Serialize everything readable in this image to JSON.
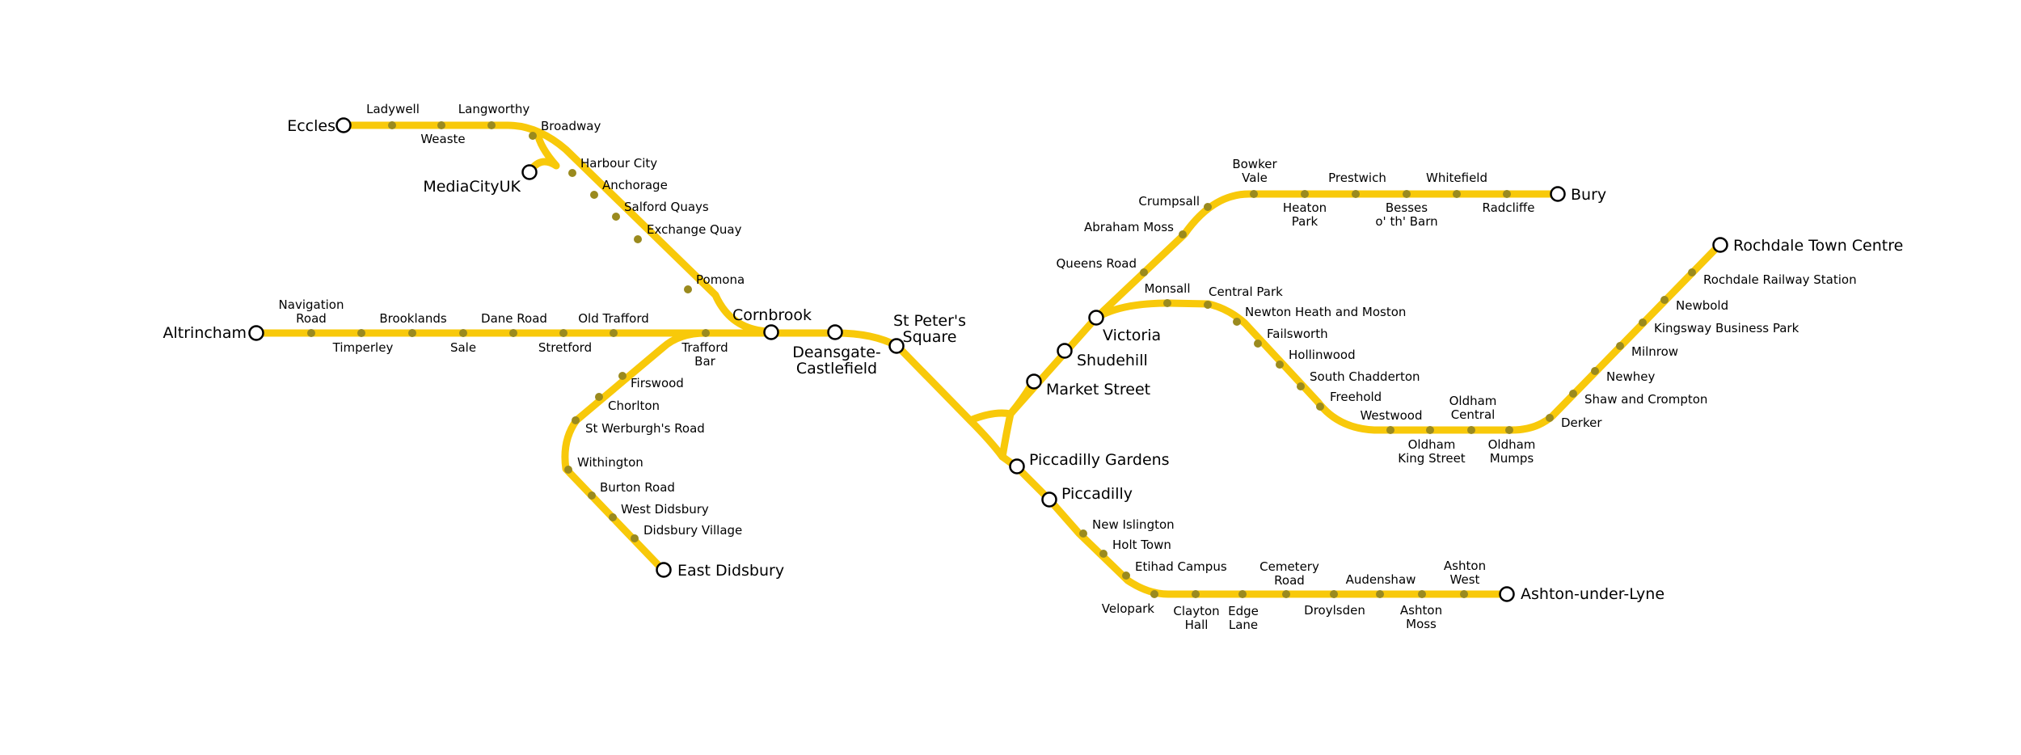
{
  "colors": {
    "line": "#f8c90a",
    "station_dot": "#9a8a1e",
    "interchange_stroke": "#000000",
    "interchange_fill": "#ffffff"
  },
  "stations": {
    "eccles": "Eccles",
    "ladywell": "Ladywell",
    "weaste": "Weaste",
    "langworthy": "Langworthy",
    "broadway": "Broadway",
    "mediacityuk": "MediaCityUK",
    "harbour_city": "Harbour City",
    "anchorage": "Anchorage",
    "salford_quays": "Salford Quays",
    "exchange_quay": "Exchange Quay",
    "pomona": "Pomona",
    "altrincham": "Altrincham",
    "navigation_road_1": "Navigation",
    "navigation_road_2": "Road",
    "timperley": "Timperley",
    "brooklands": "Brooklands",
    "sale": "Sale",
    "dane_road": "Dane Road",
    "stretford": "Stretford",
    "old_trafford": "Old Trafford",
    "trafford_bar_1": "Trafford",
    "trafford_bar_2": "Bar",
    "cornbrook": "Cornbrook",
    "deansgate_1": "Deansgate-",
    "deansgate_2": "Castlefield",
    "st_peters_1": "St Peter's",
    "st_peters_2": "Square",
    "firswood": "Firswood",
    "chorlton": "Chorlton",
    "st_werburghs": "St Werburgh's Road",
    "withington": "Withington",
    "burton_road": "Burton Road",
    "west_didsbury": "West Didsbury",
    "didsbury_village": "Didsbury Village",
    "east_didsbury": "East Didsbury",
    "piccadilly_gardens": "Piccadilly Gardens",
    "piccadilly": "Piccadilly",
    "new_islington": "New Islington",
    "holt_town": "Holt Town",
    "etihad_campus": "Etihad Campus",
    "velopark": "Velopark",
    "clayton_hall_1": "Clayton",
    "clayton_hall_2": "Hall",
    "edge_lane_1": "Edge",
    "edge_lane_2": "Lane",
    "cemetery_road_1": "Cemetery",
    "cemetery_road_2": "Road",
    "droylsden": "Droylsden",
    "audenshaw": "Audenshaw",
    "ashton_moss_1": "Ashton",
    "ashton_moss_2": "Moss",
    "ashton_west_1": "Ashton",
    "ashton_west_2": "West",
    "ashton_under_lyne": "Ashton-under-Lyne",
    "market_street": "Market Street",
    "shudehill": "Shudehill",
    "victoria": "Victoria",
    "queens_road": "Queens Road",
    "abraham_moss": "Abraham Moss",
    "crumpsall": "Crumpsall",
    "bowker_vale_1": "Bowker",
    "bowker_vale_2": "Vale",
    "heaton_park_1": "Heaton",
    "heaton_park_2": "Park",
    "prestwich": "Prestwich",
    "besses_1": "Besses",
    "besses_2": "o' th' Barn",
    "whitefield": "Whitefield",
    "radcliffe": "Radcliffe",
    "bury": "Bury",
    "monsall": "Monsall",
    "central_park": "Central Park",
    "newton_heath": "Newton Heath and Moston",
    "failsworth": "Failsworth",
    "hollinwood": "Hollinwood",
    "south_chadderton": "South Chadderton",
    "freehold": "Freehold",
    "westwood": "Westwood",
    "oldham_king_street_1": "Oldham",
    "oldham_king_street_2": "King Street",
    "oldham_central_1": "Oldham",
    "oldham_central_2": "Central",
    "oldham_mumps_1": "Oldham",
    "oldham_mumps_2": "Mumps",
    "derker": "Derker",
    "shaw_and_crompton": "Shaw and Crompton",
    "newhey": "Newhey",
    "milnrow": "Milnrow",
    "kingsway": "Kingsway Business Park",
    "newbold": "Newbold",
    "rochdale_railway": "Rochdale Railway Station",
    "rochdale_town_centre": "Rochdale Town Centre"
  }
}
